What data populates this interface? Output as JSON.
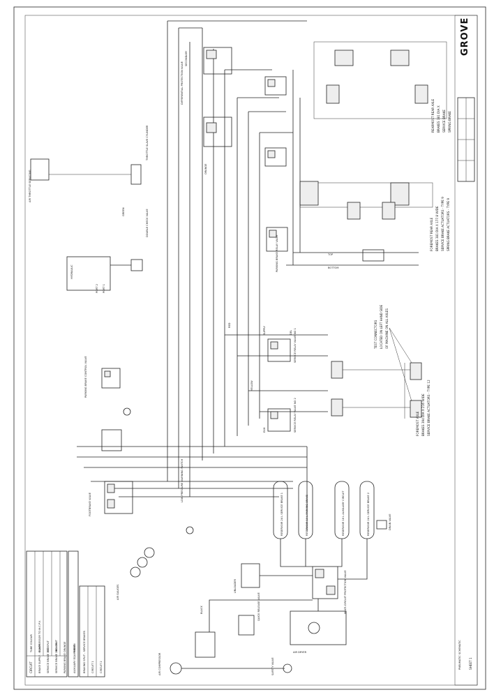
{
  "brand": "GROVE",
  "legend": {
    "title": "CIRCUIT",
    "col_header": "TUBE COLOUR",
    "rows": [
      {
        "circuit": "BRAKE SUPPLY - COMPRESSOR TO M.C.P.V.",
        "colour": "BLACK"
      },
      {
        "circuit": "SERVICE BRAKE 1ST SPLIT",
        "colour": "RED"
      },
      {
        "circuit": "SERVICE BRAKE 2ND SPLIT",
        "colour": "YELLOW"
      },
      {
        "circuit": "PARKING BRAKE",
        "colour": "ORANGE"
      },
      {
        "circuit": "AUXILIARY EQUIPMENT",
        "colour": "GREEN"
      }
    ],
    "split_title": "BRAKING SPLIT - SERVICE BRAKES",
    "split_rows": [
      "CIRCUIT 1",
      "CIRCUIT 2"
    ]
  },
  "axles": {
    "rear": [
      "FOREMOST REAR AXLE",
      "BRAKES 381 DIA X 177.8 WIDE",
      "SERVICE BRAKE ACTUATORS - TYPE 9",
      "SPRING BRAKE ACTUATORS - TYPE 9"
    ],
    "front": [
      "FOREMOST AXLE",
      "BRAKES 394 DIA X 216 WIDE",
      "SERVICE BRAKE ACTUATORS - TYPE 12"
    ],
    "top_right": [
      "REARMOST REAR AXLE",
      "BRAKES 381 DIA X",
      "SERVICE BRAKE",
      "SPRING BRAKE"
    ]
  },
  "test_connectors": [
    "TEST CONNECTORS",
    "LOCATED ON LEFT HAND SIDE",
    "OF MACHINE ON ALL AXLES"
  ],
  "reservoirs": [
    "RESERVOIR 24 L SERVICE BRAKE 1",
    "RESERVOIR 10 L PARKING BRAKE",
    "RESERVOIR 16 L AUXILIARY CIRCUIT",
    "RESERVOIR 24 L SERVICE BRAKE 2"
  ],
  "components": {
    "protection_valve": "MULTI-CIRCUIT PROTECTION VALVE",
    "unloader": "UNLOADER",
    "air_compressor": "AIR COMPRESSOR",
    "safety_valve": "SAFETY VALVE",
    "air_dryer": "AIR DRYER",
    "pressure_switch": "LOW PRESSURE WARNING SWITCH",
    "foot_valve": "FOOTBRAKE VALVE",
    "park_valve": "PARKING BRAKE CONTROL VALVE",
    "relay_valve_1": "SERVICE RELAY VALVE NO 1",
    "relay_valve_2": "SERVICE RELAY VALVE NO 2",
    "park_relay": "PARKING BRAKE RELAY VALVE",
    "diff_protection": "DIFFERENTIAL PROTECTION VALVE",
    "double_check": "DOUBLE CHECK VALVE",
    "throttle_cyl": "THROTTLE SLAVE CYLINDER",
    "air_throttle": "AIR THROTTLE SERVICING",
    "hydraulic": "HYDRAULIC",
    "port_1": "PORT 1",
    "port_2": "PORT 2",
    "gauges": "AIR GAUGES",
    "drain": "DRAIN VALVE",
    "quick_release": "QUICK RELEASE VALVE"
  },
  "lines": {
    "red": "RED",
    "yellow": "YELLOW",
    "orange": "ORANGE",
    "green": "GREEN",
    "black": "BLACK",
    "bottom": "BOTTOM",
    "top": "TOP",
    "supply": "SUPPLY",
    "del": "DEL",
    "exh": "EXH",
    "secondary": "SECONDARY"
  },
  "title_block": {
    "sheet": "SHEET 1",
    "note": "PNEUMATIC SCHEMATIC"
  }
}
